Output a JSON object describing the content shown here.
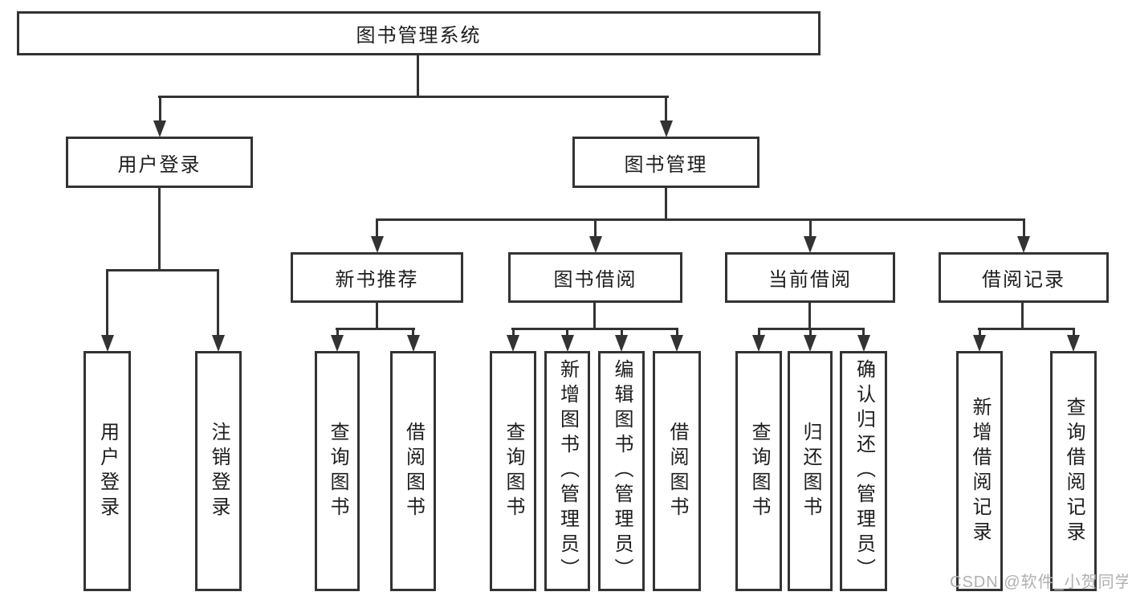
{
  "tree": {
    "label": "图书管理系统",
    "children": [
      {
        "label": "用户登录",
        "children": [
          {
            "label": "用户登录"
          },
          {
            "label": "注销登录"
          }
        ]
      },
      {
        "label": "图书管理",
        "children": [
          {
            "label": "新书推荐",
            "children": [
              {
                "label": "查询图书"
              },
              {
                "label": "借阅图书"
              }
            ]
          },
          {
            "label": "图书借阅",
            "children": [
              {
                "label": "查询图书"
              },
              {
                "label": "新增图书（管理员）"
              },
              {
                "label": "编辑图书（管理员）"
              },
              {
                "label": "借阅图书"
              }
            ]
          },
          {
            "label": "当前借阅",
            "children": [
              {
                "label": "查询图书"
              },
              {
                "label": "归还图书"
              },
              {
                "label": "确认归还（管理员）"
              }
            ]
          },
          {
            "label": "借阅记录",
            "children": [
              {
                "label": "新增借阅记录"
              },
              {
                "label": "查询借阅记录"
              }
            ]
          }
        ]
      }
    ]
  },
  "watermark": {
    "text": "CSDN @软件_小贺同学"
  },
  "colors": {
    "line": "#333333",
    "text": "#1d1d1d",
    "box_background": "#ffffff",
    "watermark": "#b0b0b0"
  }
}
